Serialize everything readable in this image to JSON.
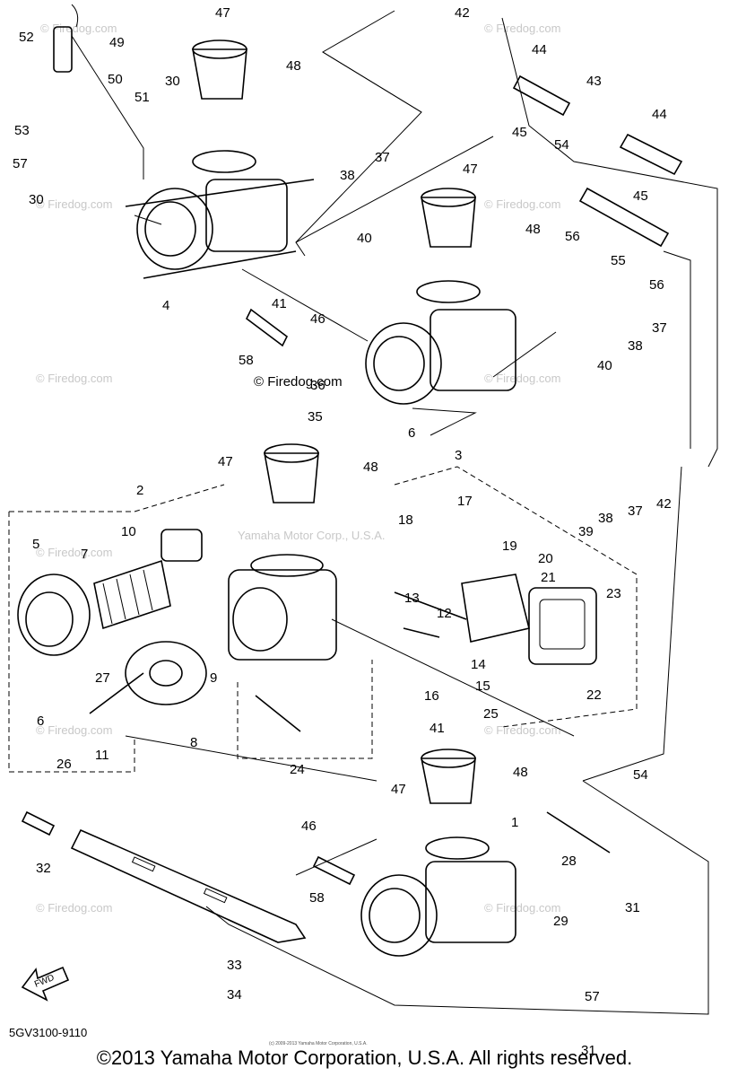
{
  "diagram": {
    "drawing_code": "5GV3100-9110",
    "copyright": "©2013 Yamaha Motor Corporation, U.S.A. All rights reserved.",
    "fine_print": "(c) 2009-2013 Yamaha Motor Corporation, U.S.A.",
    "watermark": "© Firedog.com",
    "watermark_center": "Yamaha Motor Corp., U.S.A.",
    "fwd_label": "FWD",
    "callouts": {
      "c1": "1",
      "c2": "2",
      "c3": "3",
      "c4": "4",
      "c5": "5",
      "c6a": "6",
      "c6b": "6",
      "c7": "7",
      "c8": "8",
      "c9": "9",
      "c10": "10",
      "c11": "11",
      "c12": "12",
      "c13": "13",
      "c14": "14",
      "c15": "15",
      "c16": "16",
      "c17": "17",
      "c18": "18",
      "c19": "19",
      "c20": "20",
      "c21": "21",
      "c22": "22",
      "c23": "23",
      "c24": "24",
      "c25": "25",
      "c26": "26",
      "c27": "27",
      "c28": "28",
      "c29": "29",
      "c30a": "30",
      "c30b": "30",
      "c31a": "31",
      "c31b": "31",
      "c32": "32",
      "c33": "33",
      "c34": "34",
      "c35": "35",
      "c36": "36",
      "c37a": "37",
      "c37b": "37",
      "c37c": "37",
      "c38a": "38",
      "c38b": "38",
      "c38c": "38",
      "c39": "39",
      "c40a": "40",
      "c40b": "40",
      "c41a": "41",
      "c41b": "41",
      "c42a": "42",
      "c42b": "42",
      "c43": "43",
      "c44a": "44",
      "c44b": "44",
      "c45a": "45",
      "c45b": "45",
      "c46a": "46",
      "c46b": "46",
      "c47a": "47",
      "c47b": "47",
      "c47c": "47",
      "c47d": "47",
      "c48a": "48",
      "c48b": "48",
      "c48c": "48",
      "c48d": "48",
      "c49": "49",
      "c50": "50",
      "c51": "51",
      "c52": "52",
      "c53": "53",
      "c54a": "54",
      "c54b": "54",
      "c55": "55",
      "c56a": "56",
      "c56b": "56",
      "c57a": "57",
      "c57b": "57",
      "c58a": "58",
      "c58b": "58"
    }
  }
}
